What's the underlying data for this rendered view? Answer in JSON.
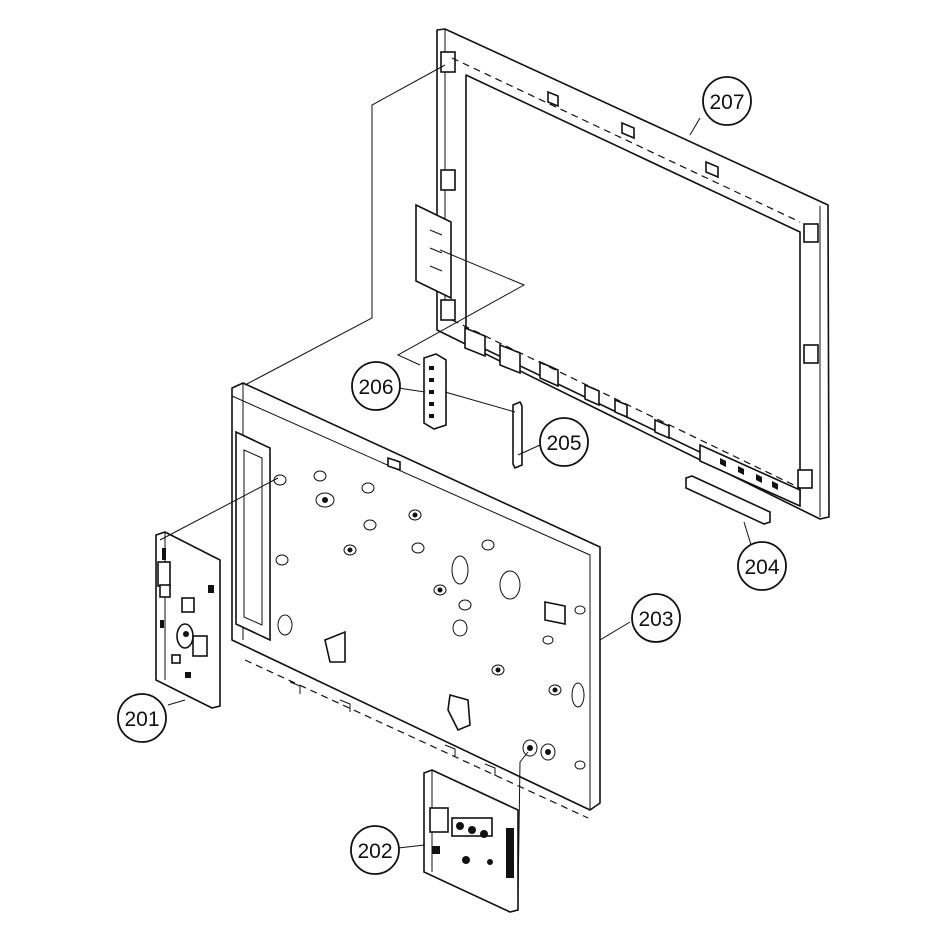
{
  "callouts": {
    "c201": "201",
    "c202": "202",
    "c203": "203",
    "c204": "204",
    "c205": "205",
    "c206": "206",
    "c207": "207"
  }
}
